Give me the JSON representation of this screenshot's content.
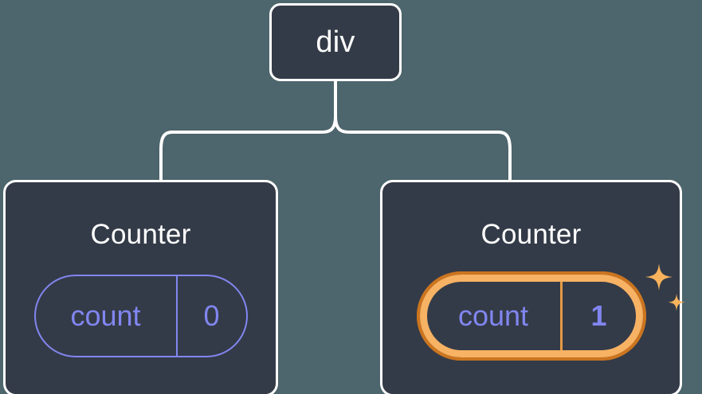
{
  "diagram": {
    "type": "component-tree",
    "root": {
      "label": "div"
    },
    "children": [
      {
        "title": "Counter",
        "state": {
          "key": "count",
          "value": "0"
        },
        "highlighted": false
      },
      {
        "title": "Counter",
        "state": {
          "key": "count",
          "value": "1"
        },
        "highlighted": true,
        "sparkle_icons": [
          "sparkle-large-icon",
          "sparkle-small-icon"
        ]
      }
    ],
    "connectors": [
      "root-to-left-child",
      "root-to-right-child"
    ]
  },
  "colors": {
    "background": "#4d656c",
    "card_fill": "#343b48",
    "card_border": "#ffffff",
    "text": "#ffffff",
    "state_accent": "#8186f0",
    "highlight_inner": "#f7b264",
    "highlight_outer": "#cb7520",
    "sparkle": "#f8b35c"
  }
}
